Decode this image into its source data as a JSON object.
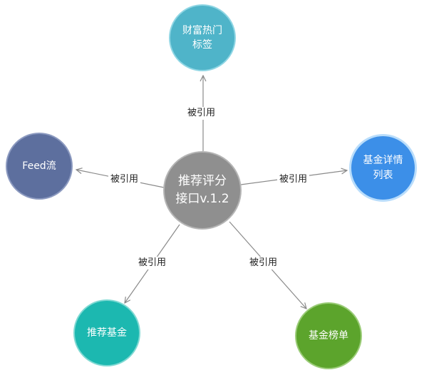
{
  "colors": {
    "center": "#8f8f8f",
    "top": "#4fb4c9",
    "left": "#5d6f9e",
    "right": "#3c8fe8",
    "bottom_left": "#1cb8b0",
    "bottom_right": "#5ca42c",
    "edge": "#8a8a8a"
  },
  "nodes": {
    "center": {
      "label": "推荐评分\n接口v.1.2"
    },
    "top": {
      "label": "财富热门\n标签"
    },
    "left": {
      "label": "Feed流"
    },
    "right": {
      "label": "基金详情\n列表"
    },
    "bottom_left": {
      "label": "推荐基金"
    },
    "bottom_right": {
      "label": "基金榜单"
    }
  },
  "edges": {
    "top": {
      "label": "被引用"
    },
    "left": {
      "label": "被引用"
    },
    "right": {
      "label": "被引用"
    },
    "bottom_left": {
      "label": "被引用"
    },
    "bottom_right": {
      "label": "被引用"
    }
  }
}
